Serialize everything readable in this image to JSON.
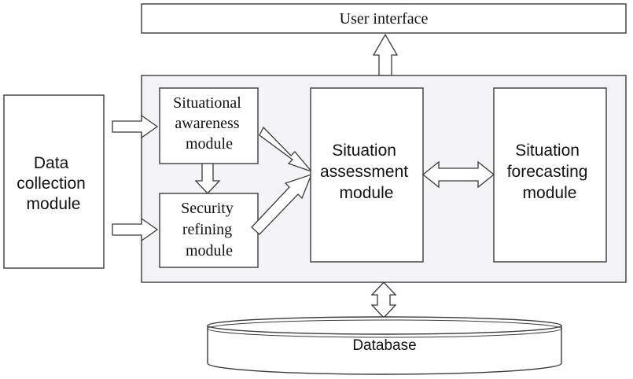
{
  "nodes": {
    "user_interface": "User interface",
    "data_collection": [
      "Data",
      "collection",
      "module"
    ],
    "situational_awareness": [
      "Situational",
      "awareness",
      "module"
    ],
    "security_refining": [
      "Security",
      "refining",
      "module"
    ],
    "situation_assessment": [
      "Situation",
      "assessment",
      "module"
    ],
    "situation_forecasting": [
      "Situation",
      "forecasting",
      "module"
    ],
    "database": "Database"
  }
}
